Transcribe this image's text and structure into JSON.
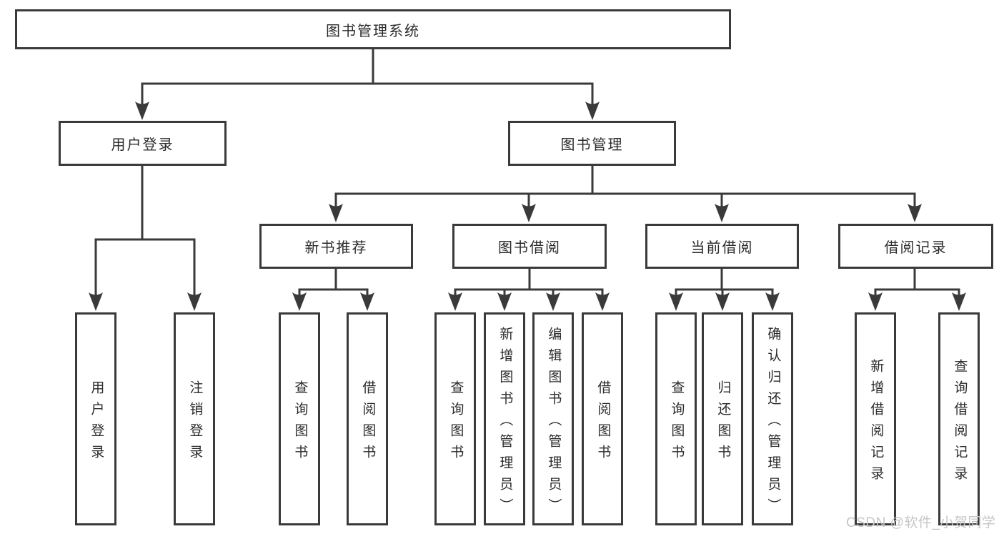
{
  "tree": {
    "root": "图书管理系统",
    "login": {
      "label": "用户登录",
      "children": [
        "用户登录",
        "注销登录"
      ]
    },
    "management": {
      "label": "图书管理",
      "sections": [
        {
          "label": "新书推荐",
          "children": [
            "查询图书",
            "借阅图书"
          ]
        },
        {
          "label": "图书借阅",
          "children": [
            "查询图书",
            "新增图书（管理员）",
            "编辑图书（管理员）",
            "借阅图书"
          ]
        },
        {
          "label": "当前借阅",
          "children": [
            "查询图书",
            "归还图书",
            "确认归还（管理员）"
          ]
        },
        {
          "label": "借阅记录",
          "children": [
            "新增借阅记录",
            "查询借阅记录"
          ]
        }
      ]
    }
  },
  "watermark": "CSDN @软件_小贺同学",
  "colors": {
    "line": "#3a3a3a",
    "text": "#2b2b2b",
    "box_background": "#ffffff",
    "watermark": "#c6c6c6",
    "background": "#ffffff"
  }
}
